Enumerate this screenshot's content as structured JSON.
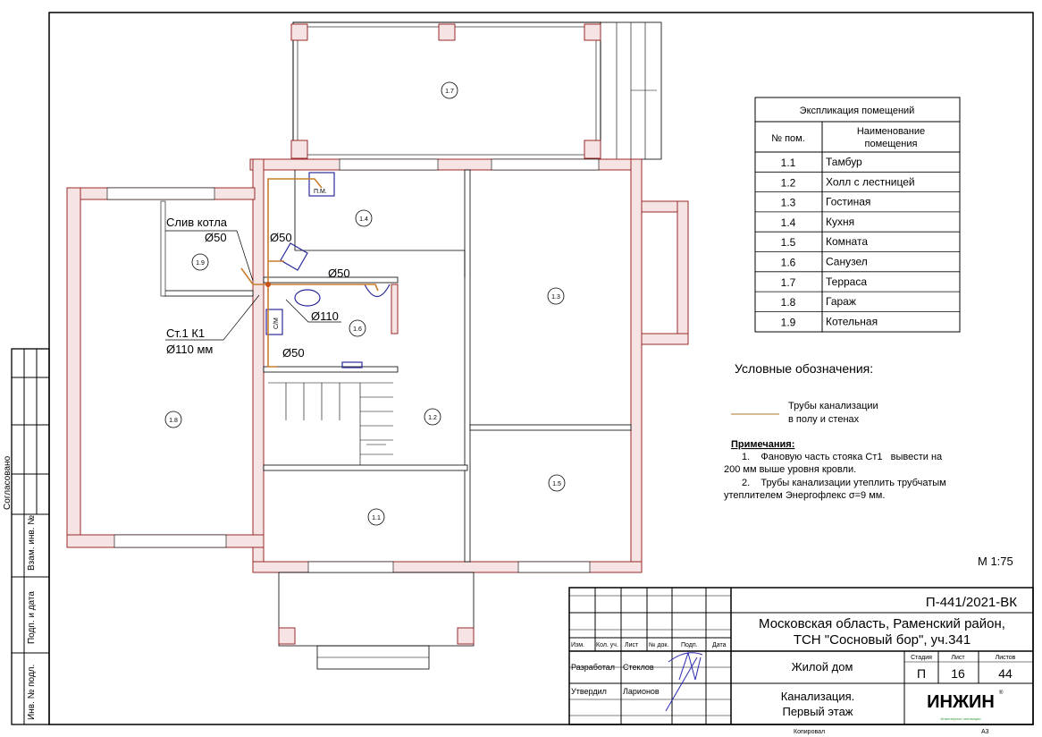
{
  "plan": {
    "rooms": [
      {
        "id": "1.1"
      },
      {
        "id": "1.2"
      },
      {
        "id": "1.3"
      },
      {
        "id": "1.4"
      },
      {
        "id": "1.5"
      },
      {
        "id": "1.6"
      },
      {
        "id": "1.7"
      },
      {
        "id": "1.8"
      },
      {
        "id": "1.9"
      }
    ],
    "boiler_drain_label": "Слив котла",
    "boiler_drain_dia": "Ø50",
    "riser_label": "Ст.1 К1",
    "riser_dia": "Ø110 мм",
    "pipe_dia_kitchen": "Ø50",
    "pipe_dia_sink": "Ø50",
    "pipe_dia_toilet": "Ø110",
    "pipe_dia_bath": "Ø50",
    "dishwasher_label": "П.М.",
    "washer_label": "С/М",
    "pipe_color": "#c87d2a",
    "wall_color": "#9b2a2a"
  },
  "explication": {
    "title": "Экспликация помещений",
    "col_num": "№ пом.",
    "col_name_1": "Наименование",
    "col_name_2": "помещения",
    "rows": [
      {
        "num": "1.1",
        "name": "Тамбур"
      },
      {
        "num": "1.2",
        "name": "Холл с лестницей"
      },
      {
        "num": "1.3",
        "name": "Гостиная"
      },
      {
        "num": "1.4",
        "name": "Кухня"
      },
      {
        "num": "1.5",
        "name": "Комната"
      },
      {
        "num": "1.6",
        "name": "Санузел"
      },
      {
        "num": "1.7",
        "name": "Терраса"
      },
      {
        "num": "1.8",
        "name": "Гараж"
      },
      {
        "num": "1.9",
        "name": "Котельная"
      }
    ]
  },
  "legend": {
    "title": "Условные обозначения:",
    "item_line1": "Трубы канализации",
    "item_line2": "в полу и стенах"
  },
  "notes": {
    "title": "Примечания:",
    "n1a": "1.    Фановую часть стояка Ст1   вывести на",
    "n1b": "200 мм выше уровня кровли.",
    "n2a": "2.    Трубы канализации утеплить трубчатым",
    "n2b": "утеплителем Энергофлекс σ=9 мм."
  },
  "scale": "М 1:75",
  "title_block": {
    "code": "П-441/2021-ВК",
    "address_1": "Московская область, Раменский район,",
    "address_2": "ТСН \"Сосновый бор\", уч.341",
    "object": "Жилой дом",
    "sheet_title_1": "Канализация.",
    "sheet_title_2": "Первый этаж",
    "stage_label": "Стадия",
    "sheet_label": "Лист",
    "sheets_label": "Листов",
    "stage": "П",
    "sheet": "16",
    "sheets": "44",
    "logo": "ИНЖИН",
    "logo_sub": "Инженерные инновации",
    "hdr": [
      "Изм.",
      "Кол. уч.",
      "Лист",
      "№ док.",
      "Подп.",
      "Дата"
    ],
    "developed_label": "Разработал",
    "developed_name": "Стеклов",
    "approved_label": "Утвердил",
    "approved_name": "Ларионов",
    "copied": "Копировал",
    "format": "А3"
  },
  "side_stamp": {
    "agreed": "Согласовано",
    "replaces": "Взам. инв. №",
    "sign_date": "Подп. и дата",
    "inv_no": "Инв. № подл."
  }
}
